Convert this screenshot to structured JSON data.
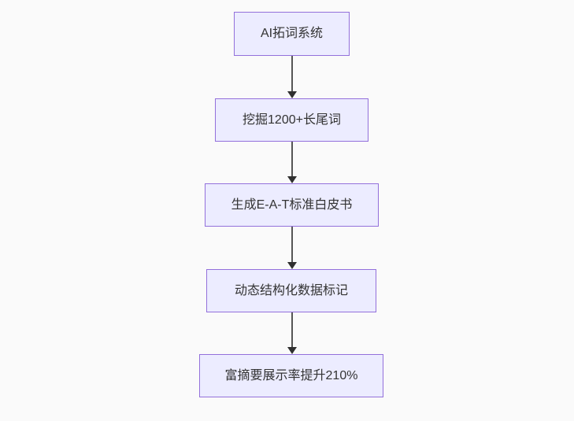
{
  "page": {
    "background_color": "#fafafa"
  },
  "diagram": {
    "type": "flowchart",
    "direction": "top-down",
    "node_fill_color": "#ececff",
    "node_border_color": "#9370db",
    "node_text_color": "#333333",
    "edge_color": "#555555",
    "nodes": [
      {
        "label": "AI拓词系统"
      },
      {
        "label": "挖掘1200+长尾词"
      },
      {
        "label": "生成E-A-T标准白皮书"
      },
      {
        "label": "动态结构化数据标记"
      },
      {
        "label": "富摘要展示率提升210%"
      }
    ],
    "edges": [
      {
        "from": 0,
        "to": 1,
        "arrow": "down"
      },
      {
        "from": 1,
        "to": 2,
        "arrow": "down"
      },
      {
        "from": 2,
        "to": 3,
        "arrow": "down"
      },
      {
        "from": 3,
        "to": 4,
        "arrow": "down"
      }
    ]
  }
}
